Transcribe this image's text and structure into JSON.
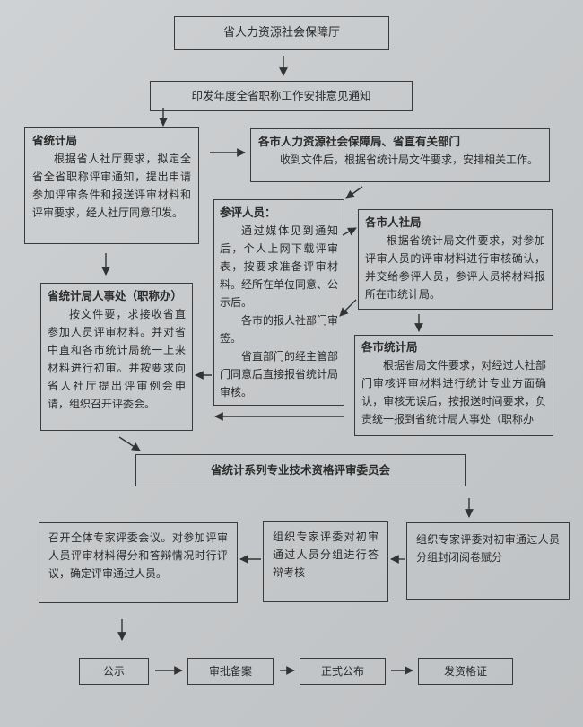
{
  "header": {
    "top": "省人力资源社会保障厅",
    "notice": "印发年度全省职称工作安排意见通知"
  },
  "stat_bureau": {
    "title": "省统计局",
    "text": "根据省人社厅要求，拟定全省全省职称评审通知，提出申请参加评审条件和报送评审材料和评审要求，经人社厅同意印发。"
  },
  "city_dept": {
    "title": "各市人力资源社会保障局、省直有关部门",
    "text": "收到文件后，根据省统计局文件要求，安排相关工作。"
  },
  "applicant": {
    "title": "参评人员：",
    "text1": "通过媒体见到通知后，个人上网下载评审表，按要求准备评审材料。经所在单位同意、公示后。",
    "text2": "各市的报人社部门审签。",
    "text3": "省直部门的经主管部门同意后直接报省统计局审核。"
  },
  "city_hr": {
    "title": "各市人社局",
    "text": "根据省统计局文件要求，对参加评审人员的评审材料进行审核确认，并交给参评人员，参评人员将材料报所在市统计局。"
  },
  "personnel": {
    "title": "省统计局人事处（职称办）",
    "text": "按文件要，求接收省直参加人员评审材料。并对省中直和各市统计局统一上来材料进行初审。并按要求向省人社厅提出评审例会申请，组织召开评委会。"
  },
  "city_stat": {
    "title": "各市统计局",
    "text": "根据省局文件要求，对经过人社部门审核评审材料进行统计专业方面确认，审核无误后，按报送时间要求，负责统一报到省统计局人事处（职称办"
  },
  "committee": {
    "label": "省统计系列专业技术资格评审委员会"
  },
  "step_plenary": {
    "text": "召开全体专家评委会议。对参加评审人员评审材料得分和答辩情况时行评议，确定评审通过人员。"
  },
  "step_defense": {
    "text": "组织专家评委对初审通过人员分组进行答辩考核"
  },
  "step_review": {
    "text": "组织专家评委对初审通过人员分组封闭阅卷赋分"
  },
  "final": {
    "publicize": "公示",
    "approve": "审批备案",
    "announce": "正式公布",
    "certificate": "发资格证"
  },
  "colors": {
    "line": "#3a3a3a",
    "background": "#c9ccce"
  }
}
